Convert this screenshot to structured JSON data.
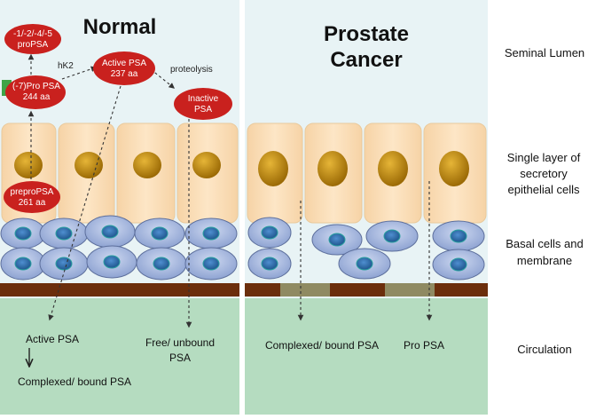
{
  "panels": {
    "normal_title": "Normal",
    "cancer_title_line1": "Prostate",
    "cancer_title_line2": "Cancer"
  },
  "side_labels": {
    "lumen": "Seminal Lumen",
    "epithelial_line1": "Single layer of",
    "epithelial_line2": "secretory",
    "epithelial_line3": "epithelial cells",
    "basal_line1": "Basal cells and",
    "basal_line2": "membrane",
    "circulation": "Circulation"
  },
  "ovals": {
    "propsa_line1": "-1/-2/-4/-5",
    "propsa_line2": "proPSA",
    "pro7_line1": "(-7)Pro PSA",
    "pro7_line2": "244 aa",
    "active_line1": "Active PSA",
    "active_line2": "237 aa",
    "inactive_line1": "Inactive",
    "inactive_line2": "PSA",
    "prepro_line1": "preproPSA",
    "prepro_line2": "261 aa"
  },
  "arrow_labels": {
    "hk2": "hK2",
    "proteolysis": "proteolysis"
  },
  "circulation_labels": {
    "active_psa": "Active PSA",
    "complexed_normal": "Complexed/ bound PSA",
    "free_line1": "Free/ unbound",
    "free_line2": "PSA",
    "complexed_cancer": "Complexed/ bound PSA",
    "pro_psa": "Pro PSA"
  },
  "colors": {
    "lumen": "#e8f3f5",
    "circulation": "#b5dcc0",
    "epithelial_cell": "#fbe0bc",
    "nucleus": "#c9930e",
    "basal_cell": "#a8b9df",
    "basal_nucleus": "#2f6fae",
    "membrane": "#6b2e0c",
    "membrane_broken": "#8f8a62",
    "psa_oval": "#c9211e",
    "anchor": "#3fa447"
  }
}
